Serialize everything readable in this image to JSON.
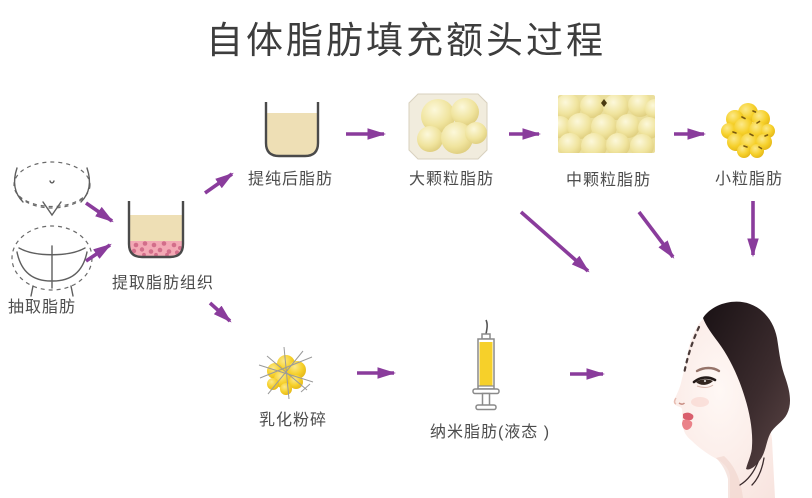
{
  "title": "自体脂肪填充额头过程",
  "steps": {
    "extract": {
      "label": "抽取脂肪",
      "icon": "body-liposuction-zones-icon"
    },
    "tissue": {
      "label": "提取脂肪组织",
      "icon": "beaker-fat-tissue-icon"
    },
    "purified": {
      "label": "提纯后脂肪",
      "icon": "beaker-purified-fat-icon"
    },
    "large_granule": {
      "label": "大颗粒脂肪",
      "icon": "large-fat-granules-icon"
    },
    "medium_granule": {
      "label": "中颗粒脂肪",
      "icon": "medium-fat-granules-icon"
    },
    "small_granule": {
      "label": "小粒脂肪",
      "icon": "small-fat-granules-icon"
    },
    "emulsify": {
      "label": "乳化粉碎",
      "icon": "emulsified-fat-icon"
    },
    "nano_fat": {
      "label": "纳米脂肪(液态 )",
      "icon": "syringe-icon"
    },
    "face": {
      "icon": "face-profile-forehead-icon"
    }
  },
  "colors": {
    "arrow": "#8a3c9c",
    "title_text": "#3d3d3d",
    "label_text": "#4d4d4d",
    "fat_cream": "#eedfb5",
    "fat_pink": "#f3a9b5",
    "fat_pink_dot": "#d26e8a",
    "pale_yellow": "#f0e49e",
    "bright_yellow": "#f6d02a"
  }
}
